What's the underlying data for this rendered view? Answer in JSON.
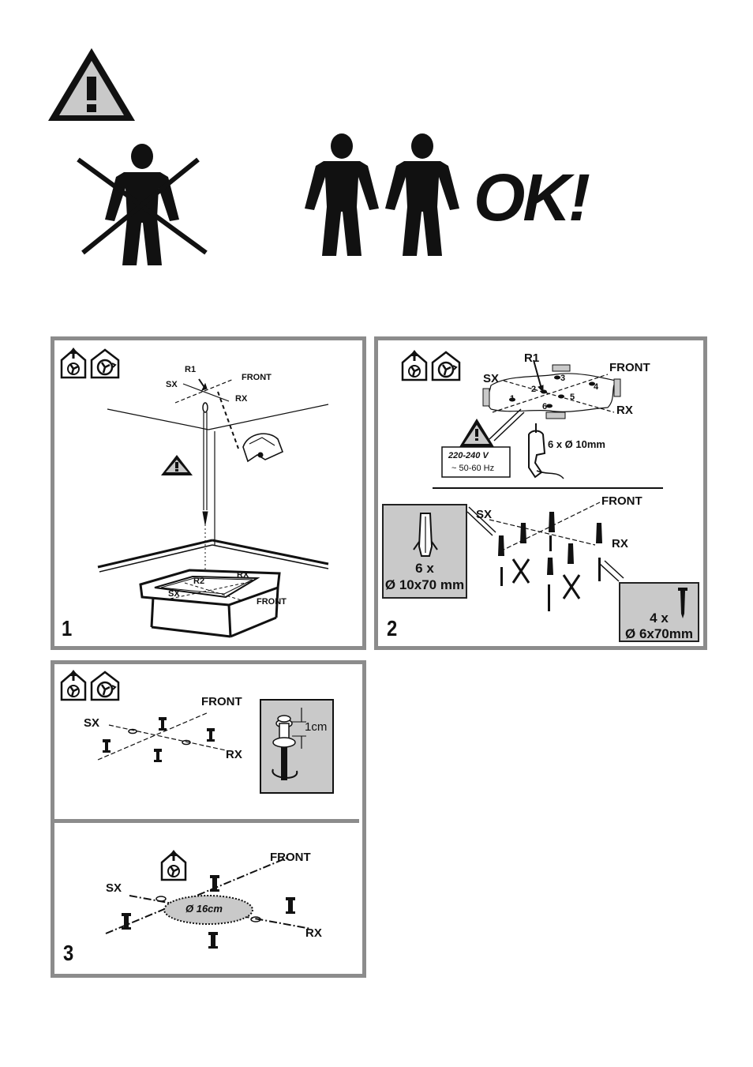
{
  "ok_label": "OK!",
  "panel1": {
    "step": "1",
    "labels": {
      "r1": "R1",
      "front_top": "FRONT",
      "sx_top": "SX",
      "rx_top": "RX",
      "r2": "R2",
      "sx_bottom": "SX",
      "rx_bottom": "RX",
      "front_bottom": "FRONT"
    }
  },
  "panel2": {
    "step": "2",
    "labels": {
      "r1": "R1",
      "front_top": "FRONT",
      "sx_top": "SX",
      "rx_top": "RX",
      "holes": [
        "1",
        "2",
        "3",
        "4",
        "5",
        "6"
      ],
      "voltage": "220-240 V",
      "frequency": "~ 50-60 Hz",
      "drill": "6 x Ø 10mm",
      "front_bottom": "FRONT",
      "sx_bottom": "SX",
      "rx_bottom": "RX"
    },
    "plugs_box": {
      "count": "6 x",
      "size": "Ø 10x70 mm"
    },
    "screws_box": {
      "count": "4 x",
      "size": "Ø 6x70mm"
    }
  },
  "panel3": {
    "step": "3",
    "labels": {
      "front_top": "FRONT",
      "sx_top": "SX",
      "rx_top": "RX",
      "gap": "1cm",
      "front_bottom": "FRONT",
      "sx_bottom": "SX",
      "rx_bottom": "RX",
      "diameter": "Ø 16cm"
    }
  },
  "colors": {
    "frame": "#8c8c8c",
    "fill_gray": "#c9c9c9",
    "ink": "#111111"
  }
}
